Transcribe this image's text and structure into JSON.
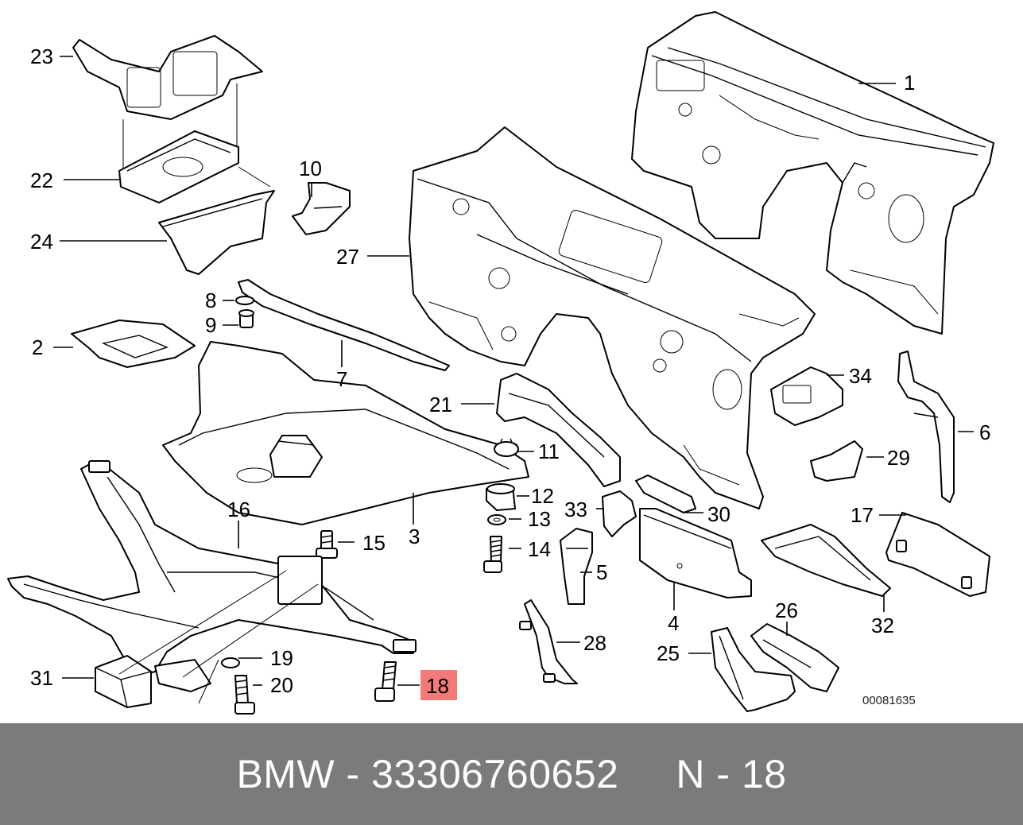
{
  "diagram": {
    "reference_code": "00081635",
    "highlighted_callout": "18",
    "highlight_color": "#f47a7a",
    "callouts": {
      "c1": "1",
      "c2": "2",
      "c3": "3",
      "c4": "4",
      "c5": "5",
      "c6": "6",
      "c7": "7",
      "c8": "8",
      "c9": "9",
      "c10": "10",
      "c11": "11",
      "c12": "12",
      "c13": "13",
      "c14": "14",
      "c15": "15",
      "c16": "16",
      "c17": "17",
      "c18": "18",
      "c19": "19",
      "c20": "20",
      "c21": "21",
      "c22": "22",
      "c23": "23",
      "c24": "24",
      "c25": "25",
      "c26": "26",
      "c27": "27",
      "c28": "28",
      "c29": "29",
      "c30": "30",
      "c31": "31",
      "c32": "32",
      "c33": "33",
      "c34": "34"
    }
  },
  "footer": {
    "text": "BMW - 33306760652     N - 18",
    "background": "#7b7b7b"
  }
}
